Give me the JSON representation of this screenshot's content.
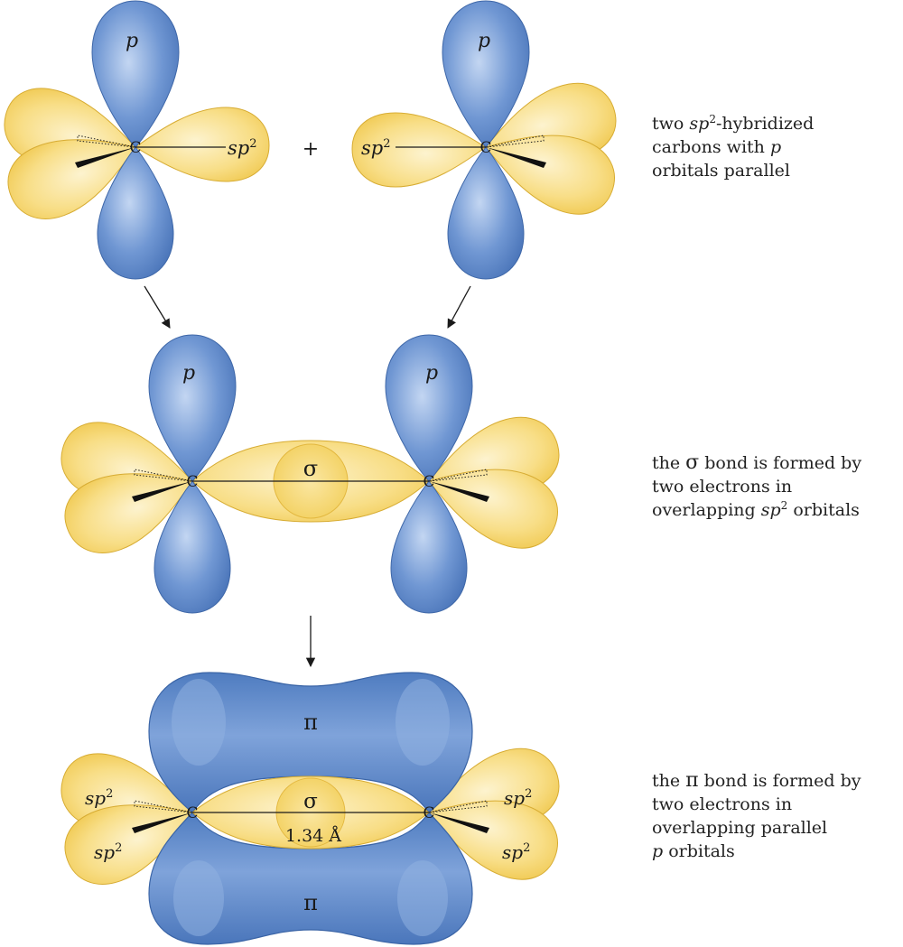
{
  "colors": {
    "p_orbital": "#5a86c8",
    "p_orbital_light": "#a9c3ea",
    "sp2_orbital": "#f4cf62",
    "sp2_orbital_light": "#fbedb8",
    "outline": "#333333"
  },
  "stage1": {
    "left_atom": {
      "carbon": "C",
      "p_label": "p",
      "sp2_label_base": "sp",
      "sp2_label_exp": "2"
    },
    "plus": "+",
    "right_atom": {
      "carbon": "C",
      "p_label": "p",
      "sp2_label_base": "sp",
      "sp2_label_exp": "2"
    },
    "caption": {
      "line1_pre": "two ",
      "line1_it": "sp",
      "line1_sup": "2",
      "line1_post": "-hybridized",
      "line2_pre": "carbons with ",
      "line2_it": "p",
      "line3": "orbitals parallel"
    }
  },
  "stage2": {
    "left_atom": {
      "carbon": "C",
      "p_label": "p"
    },
    "right_atom": {
      "carbon": "C",
      "p_label": "p"
    },
    "sigma_label": "σ",
    "caption": {
      "line1_pre": "the ",
      "line1_sym": "σ",
      "line1_post": " bond is formed by",
      "line2": "two electrons in",
      "line3_pre": "overlapping ",
      "line3_it": "sp",
      "line3_sup": "2",
      "line3_post": " orbitals"
    }
  },
  "stage3": {
    "left_atom": {
      "carbon": "C"
    },
    "right_atom": {
      "carbon": "C"
    },
    "pi_top_label": "π",
    "pi_bottom_label": "π",
    "sigma_label": "σ",
    "bond_length": "1.34 Å",
    "sp2_label_base": "sp",
    "sp2_label_exp": "2",
    "caption": {
      "line1_pre": "the ",
      "line1_sym": "π",
      "line1_post": " bond is formed by",
      "line2": "two electrons in",
      "line3": "overlapping parallel",
      "line4_it": "p",
      "line4_post": " orbitals"
    }
  }
}
